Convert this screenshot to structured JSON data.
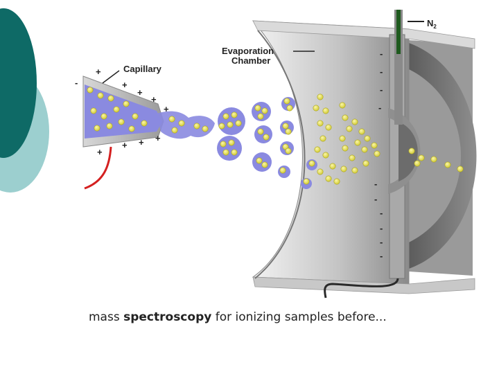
{
  "labels": {
    "gas": "N",
    "gas_sub": "2",
    "chamber_line1": "Evaporation",
    "chamber_line2": "Chamber",
    "capillary": "Capillary"
  },
  "signs": {
    "plus": "+",
    "minus": "-"
  },
  "caption": {
    "prefix": "mass ",
    "bold": "spectroscopy",
    "suffix": " for ionizing samples before..."
  },
  "colors": {
    "theme_teal_dark": "#0e6a66",
    "theme_teal_light": "#9ccfcf",
    "spray_blue": "#8a8ae0",
    "droplet_yellow": "#e6e04a",
    "chamber_gray": "#b8b8b8",
    "wire_red": "#d42020",
    "gas_tube_green": "#1e5a1e"
  }
}
